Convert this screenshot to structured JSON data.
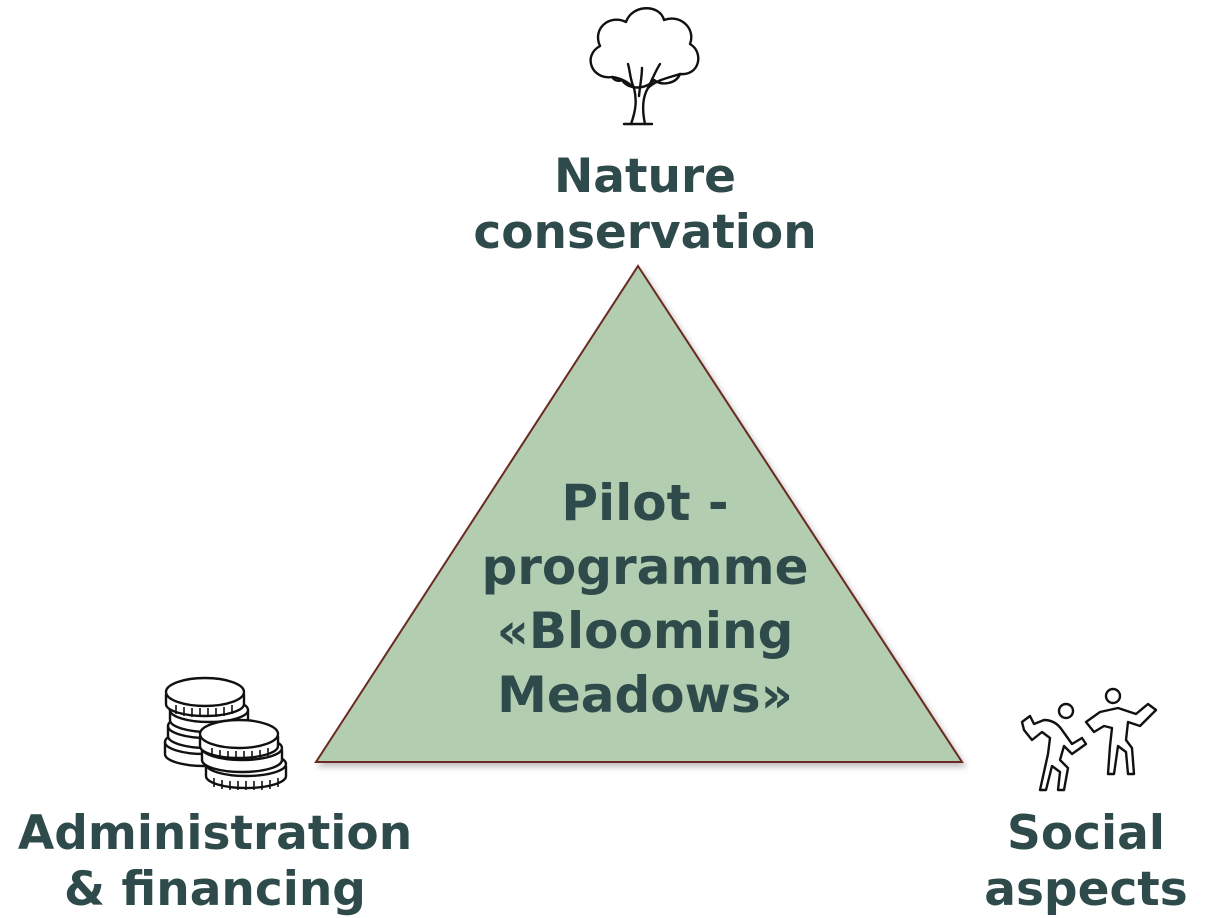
{
  "top": {
    "line1": "Nature",
    "line2": "conservation"
  },
  "center": {
    "line1": "Pilot -",
    "line2": "programme",
    "line3": "«Blooming",
    "line4": "Meadows»"
  },
  "left": {
    "line1": "Administration",
    "line2": "& financing"
  },
  "right": {
    "line1": "Social",
    "line2": "aspects"
  },
  "icons": {
    "top": "tree-icon",
    "left": "coins-icon",
    "right": "people-dancing-icon"
  },
  "colors": {
    "triangle_fill": "#b3cdb1",
    "triangle_stroke": "#6b2a22",
    "text": "#2e4a4a"
  }
}
